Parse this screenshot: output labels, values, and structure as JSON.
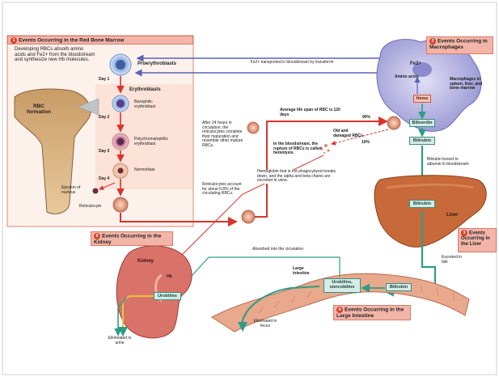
{
  "sections": {
    "marrow": {
      "number": "1",
      "title": "Events Occurring in the Red Bone Marrow"
    },
    "macrophages": {
      "number": "2",
      "title": "Events Occurring in Macrophages"
    },
    "liver": {
      "number": "3",
      "title": "Events Occurring in the Liver"
    },
    "large_intestine": {
      "number": "4",
      "title": "Events Occurring in the Large Intestine"
    },
    "kidney": {
      "number": "5",
      "title": "Events Occurring in the Kidney"
    }
  },
  "marrow": {
    "intro": "Developing RBCs absorb amino acids and Fe2+ from the bloodstream and synthesize new Hb molecules.",
    "rbc_formation": "RBC formation",
    "days": [
      "Day 1",
      "Day 2",
      "Day 3",
      "Day 4"
    ],
    "stages": {
      "proerythroblasts": "Proerythroblasts",
      "erythroblasts": "Erythroblasts",
      "basophilic": "Basophilic erythroblast",
      "polychromatophilic": "Polychromatophilic erythroblast",
      "normoblast": "Normoblast",
      "ejection": "Ejection of nucleus",
      "reticulocyte": "Reticulocyte"
    }
  },
  "circulation": {
    "fe_transport": "Fe2+ transported in bloodstream by transferrin",
    "after24": "After 24 hours in circulation, the reticulocytes complete their maturation and resemble other mature RBCs.",
    "reticulocytes_account": "Reticulocytes account for about 0.8% of the circulating RBCs.",
    "lifespan": "Average life span of RBC is 120 days",
    "old_damaged": "Old and damaged RBCs",
    "pct90": "90%",
    "pct10": "10%",
    "hemolysis": "In the bloodstream, the rupture of RBCs is called hemolysis.",
    "hemoglobin_note": "Hemoglobin that is not phagocytized breaks down, and the alpha and beta chains are excreted in urine."
  },
  "macrophage": {
    "fe": "Fe2+",
    "amino_acids": "Amino acids",
    "heme": "Heme",
    "biliverdin": "Biliverdin",
    "bilirubin": "Bilirubin",
    "locations": "Macrophages in spleen, liver, and bone marrow",
    "bound_note": "Bilirubin bound to albumin in bloodstream"
  },
  "liver": {
    "bilirubin": "Bilirubin",
    "label": "Liver",
    "excreted": "Excreted in bile"
  },
  "kidney": {
    "absorbed": "Absorbed into the circulation",
    "kidney_label": "Kidney",
    "hb": "Hb",
    "urobilins": "Urobilins",
    "eliminated_urine": "Eliminated in urine"
  },
  "intestine": {
    "label": "Large intestine",
    "urobilins_stercobilins": "Urobilins, stercobilins",
    "bilirubin": "Bilirubin",
    "eliminated_feces": "Eliminated in feces"
  },
  "colors": {
    "blood_arrow": "#d9342b",
    "bile_arrow": "#2f9c86",
    "fe_arrow": "#5a63b5",
    "liver": "#c8693a",
    "kidney": "#d9736a",
    "intestine": "#e8a98d",
    "macrophage": "#b9b7e3",
    "panel": "#fbe3d8"
  }
}
